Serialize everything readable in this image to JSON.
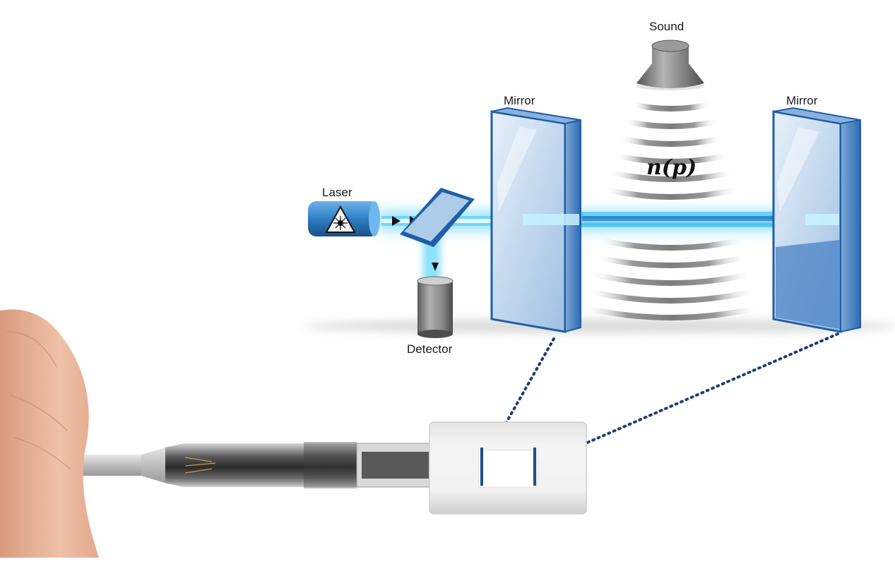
{
  "labels": {
    "sound": "Sound",
    "mirror_left": "Mirror",
    "mirror_right": "Mirror",
    "laser": "Laser",
    "detector": "Detector",
    "refractive_index": "n(p)"
  },
  "colors": {
    "beam": "#2ec4f5",
    "beam_core": "#d8f6ff",
    "mirror_face": "#c9dcf0",
    "mirror_edge": "#1f5ea8",
    "dotted_line": "#1e3f73",
    "laser_body": "#2f7fc4",
    "skin": "#e8b49a"
  },
  "icons": {
    "laser": "laser-warning-icon",
    "detector": "cylinder-detector",
    "sound": "speaker-icon"
  }
}
